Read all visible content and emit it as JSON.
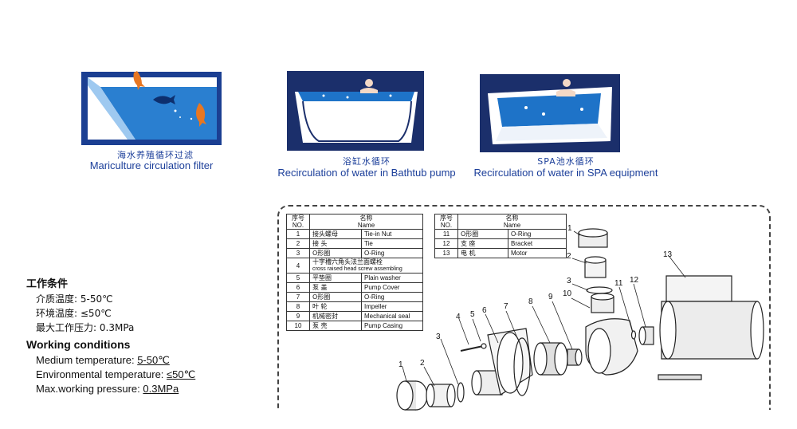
{
  "applications": [
    {
      "cn": "海水养殖循环过滤",
      "en": "Mariculture circulation filter",
      "icon": "mariculture-pool-icon"
    },
    {
      "cn": "浴缸水循环",
      "en": "Recirculation of water in Bathtub pump",
      "icon": "bathtub-icon"
    },
    {
      "cn": "SPA池水循环",
      "en": "Recirculation of water in SPA equipment",
      "icon": "spa-pool-icon"
    }
  ],
  "working_conditions": {
    "cn_title": "工作条件",
    "cn_lines": [
      {
        "label": "介质温度:",
        "value": "5-50℃"
      },
      {
        "label": "环境温度:",
        "value": "≤50℃"
      },
      {
        "label": "最大工作压力:",
        "value": "0.3MPa"
      }
    ],
    "en_title": "Working conditions",
    "en_lines": [
      {
        "label": "Medium temperature:",
        "value": "5-50℃"
      },
      {
        "label": "Environmental temperature:",
        "value": "≤50℃"
      },
      {
        "label": "Max.working pressure:",
        "value": "0.3MPa"
      }
    ]
  },
  "parts_table": {
    "header": {
      "no_cn": "序号",
      "no_en": "NO.",
      "name_cn": "名称",
      "name_en": "Name"
    },
    "left": [
      {
        "no": "1",
        "cn": "接头螺母",
        "en": "Tie-in Nut"
      },
      {
        "no": "2",
        "cn": "接 头",
        "en": "Tie"
      },
      {
        "no": "3",
        "cn": "O形圈",
        "en": "O-Ring"
      },
      {
        "no": "4",
        "cn": "十字槽六角头法兰面螺栓",
        "en": "cross raised head screw assembling"
      },
      {
        "no": "5",
        "cn": "平垫圈",
        "en": "Plain washer"
      },
      {
        "no": "6",
        "cn": "泵 盖",
        "en": "Pump Cover"
      },
      {
        "no": "7",
        "cn": "O形圈",
        "en": "O-Ring"
      },
      {
        "no": "8",
        "cn": "叶 轮",
        "en": "Impeller"
      },
      {
        "no": "9",
        "cn": "机械密封",
        "en": "Mechanical seal"
      },
      {
        "no": "10",
        "cn": "泵 壳",
        "en": "Pump Casing"
      }
    ],
    "right": [
      {
        "no": "11",
        "cn": "O形圈",
        "en": "O-Ring"
      },
      {
        "no": "12",
        "cn": "支 座",
        "en": "Bracket"
      },
      {
        "no": "13",
        "cn": "电 机",
        "en": "Motor"
      }
    ]
  },
  "callouts": [
    "1",
    "2",
    "3",
    "4",
    "5",
    "6",
    "7",
    "8",
    "9",
    "10",
    "11",
    "12",
    "13",
    "1",
    "2",
    "3"
  ],
  "colors": {
    "caption_blue": "#1c3f9a",
    "water_blue": "#1e73c8",
    "navy": "#1b2f6b"
  }
}
